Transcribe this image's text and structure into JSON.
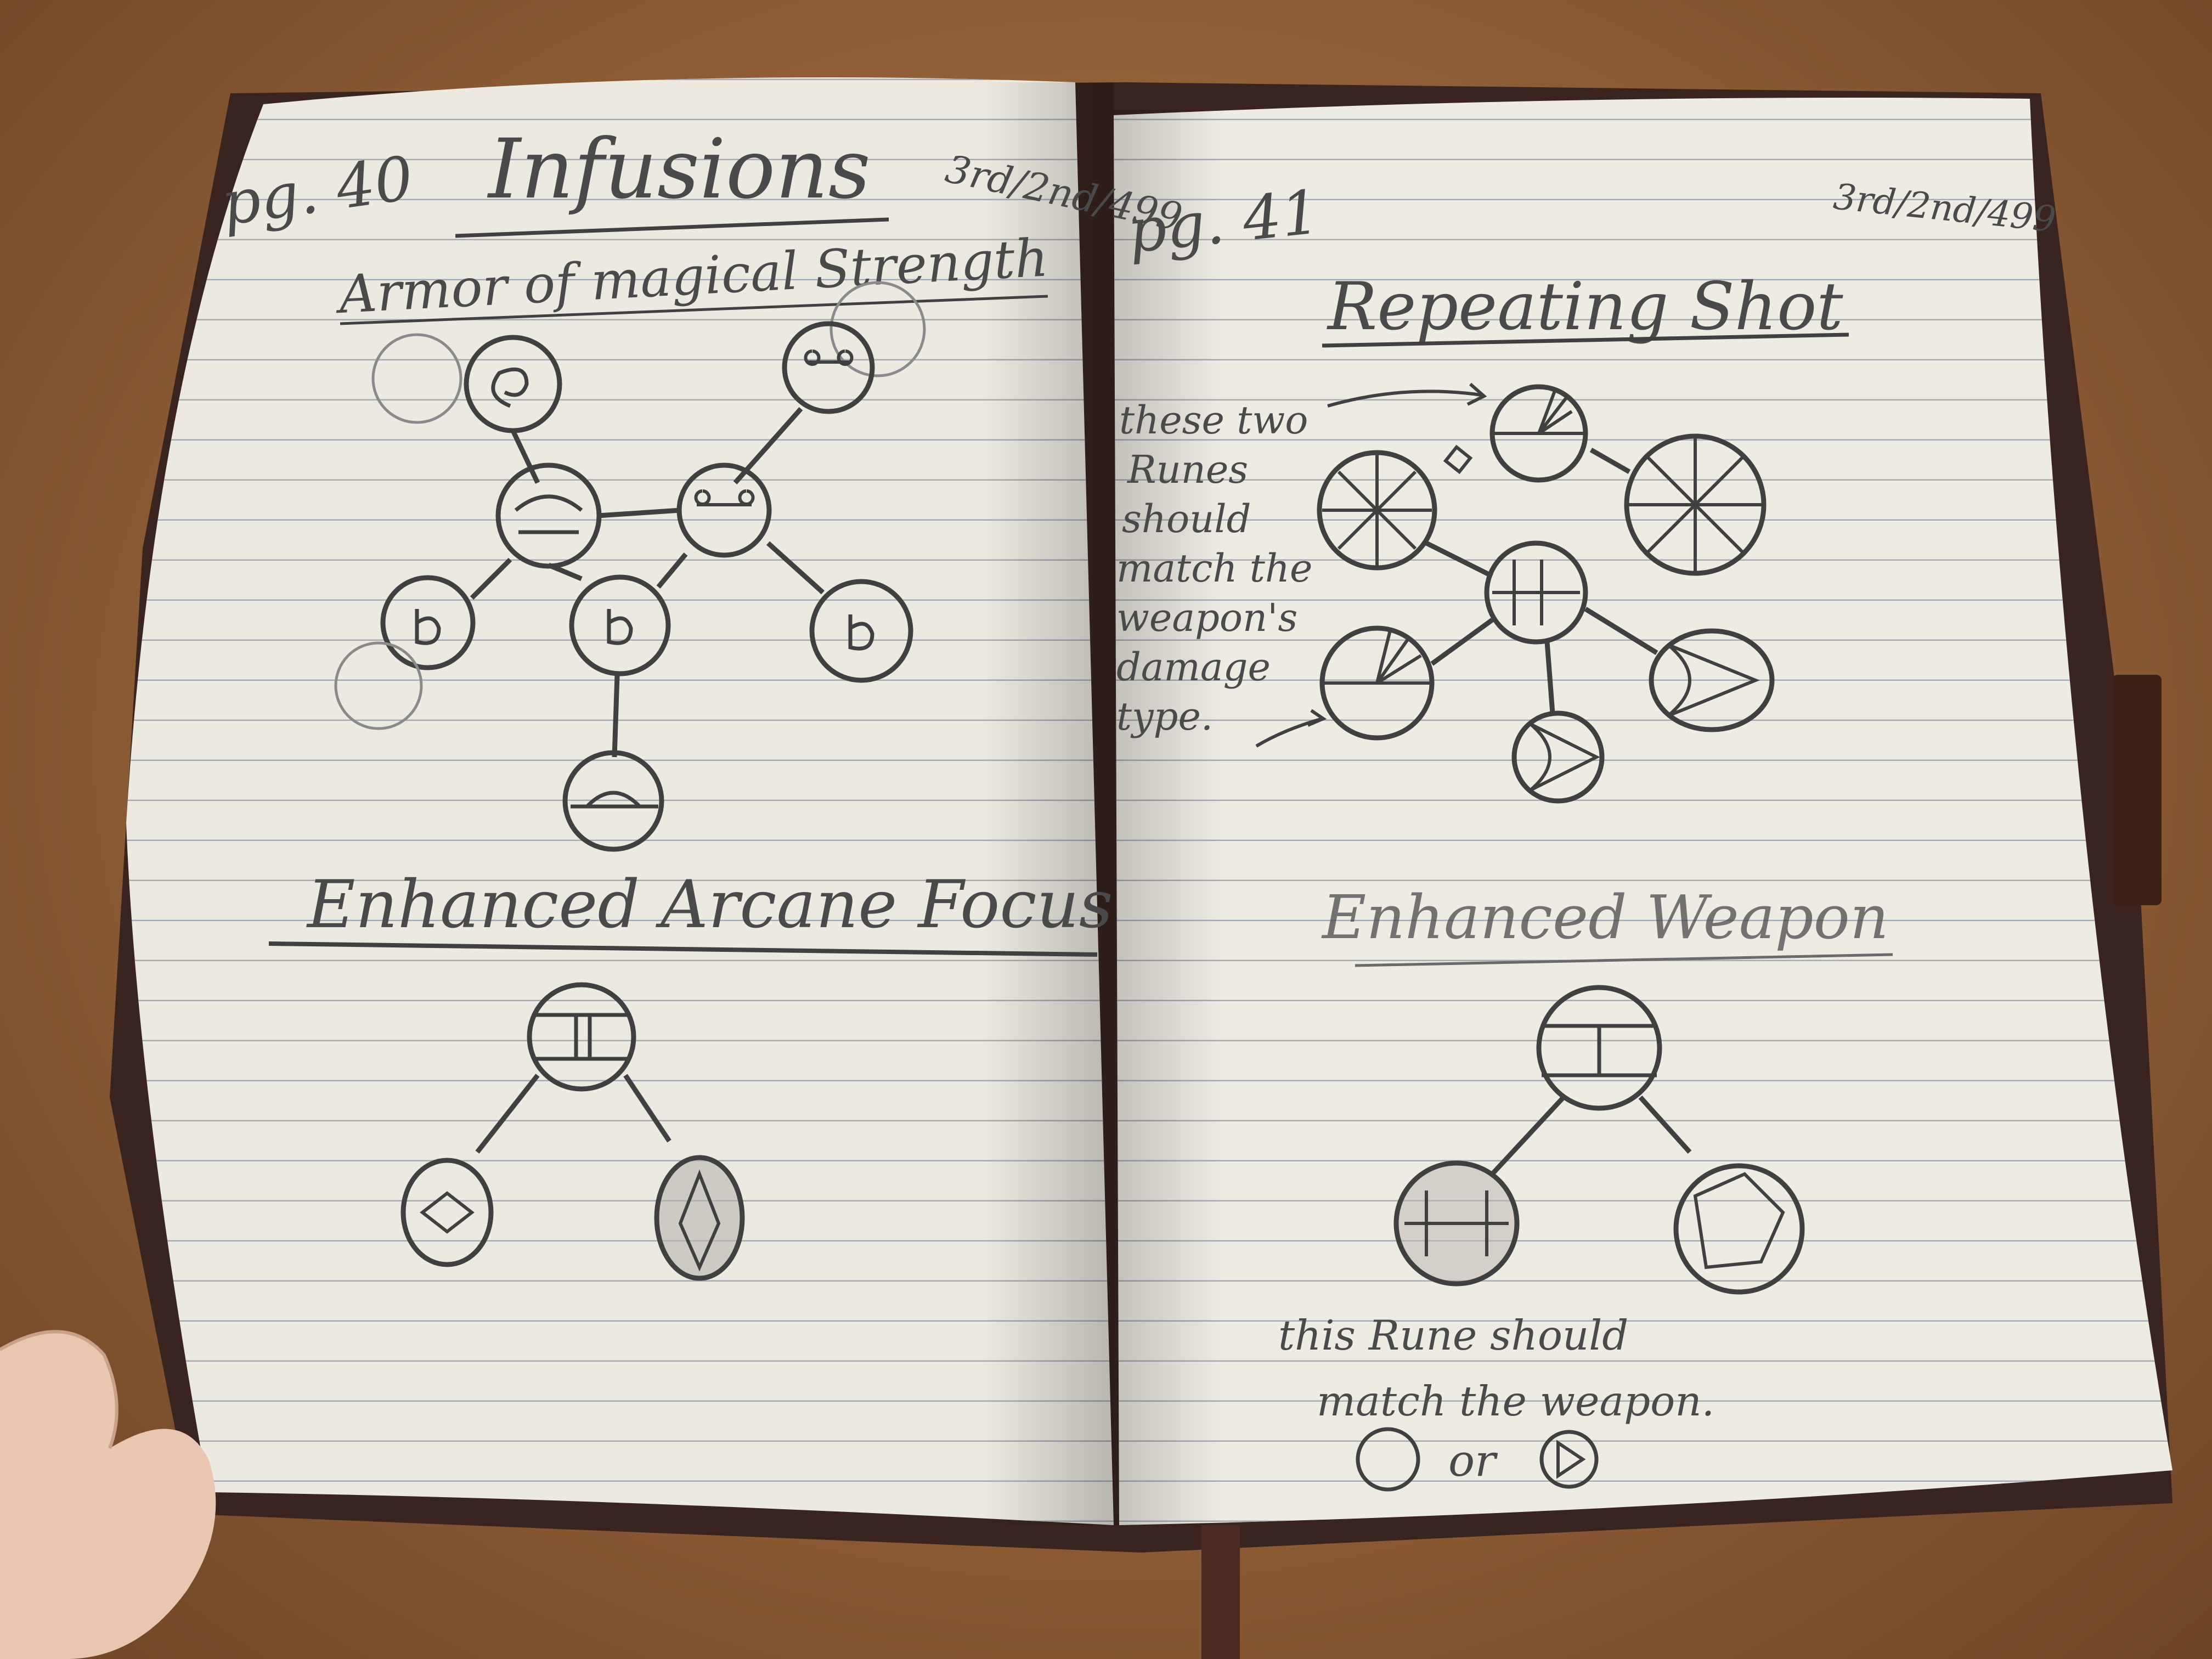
{
  "notebook": {
    "left_page": {
      "page_number": "pg. 40",
      "title": "Infusions",
      "date": "3rd/2nd/499",
      "section_1": {
        "heading": "Armor of magical Strength"
      },
      "section_2": {
        "heading": "Enhanced Arcane Focus"
      }
    },
    "right_page": {
      "page_number": "pg. 41",
      "date": "3rd/2nd/499",
      "section_1": {
        "heading": "Repeating Shot",
        "note_lines": [
          "these two",
          "Runes",
          "should",
          "match the",
          "weapon's",
          "damage",
          "type."
        ]
      },
      "section_2": {
        "heading": "Enhanced Weapon",
        "note_line_1": "this Rune should",
        "note_line_2": "match the weapon.",
        "or_text": "or"
      }
    }
  },
  "colors": {
    "table": "#9a6a40",
    "cover": "#3a2420",
    "paper": "#ece9e0",
    "rule_line": "#9aa0ab",
    "pencil": "#404040"
  }
}
